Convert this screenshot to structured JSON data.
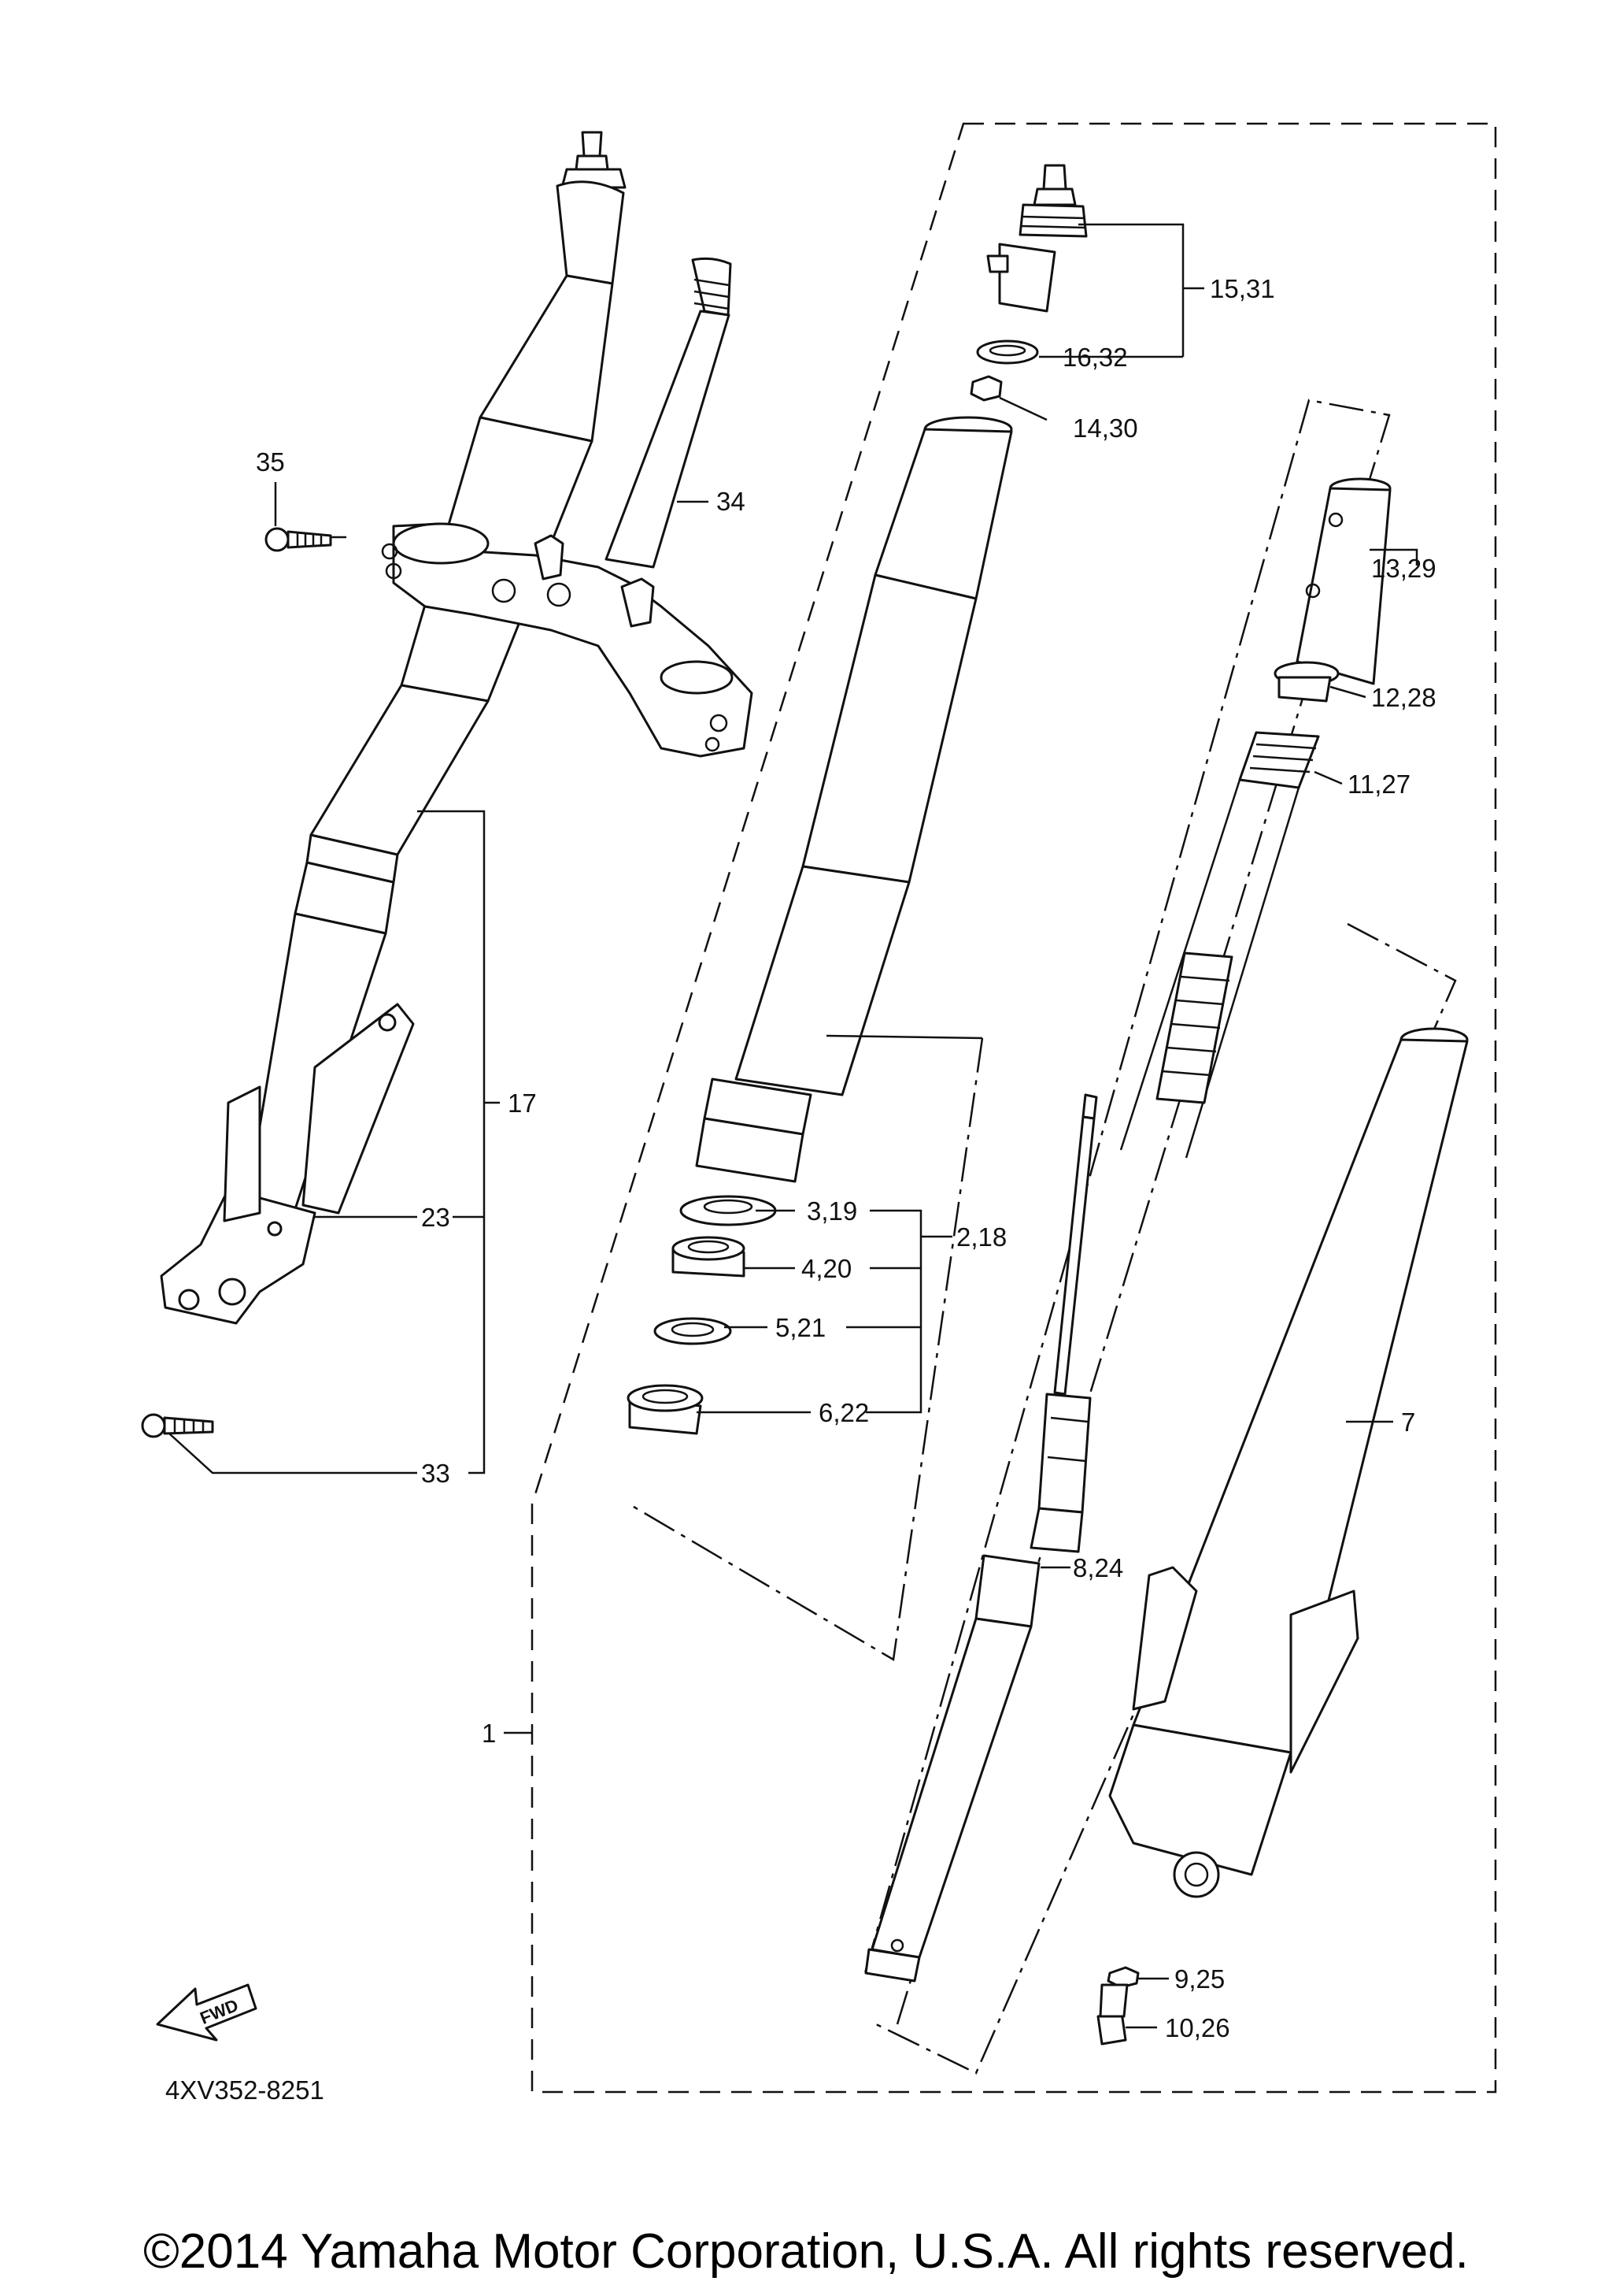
{
  "diagram_code": "4XV352-8251",
  "fwd_badge": "FWD",
  "copyright": "©2014 Yamaha Motor Corporation, U.S.A. All rights reserved.",
  "callouts": {
    "c15_31": "15,31",
    "c16_32": "16,32",
    "c14_30": "14,30",
    "c13_29": "13,29",
    "c12_28": "12,28",
    "c11_27": "11,27",
    "c35": "35",
    "c34": "34",
    "c17": "17",
    "c23": "23",
    "c33": "33",
    "c3_19": "3,19",
    "c4_20": "4,20",
    "c5_21": "5,21",
    "c6_22": "6,22",
    "c2_18": "2,18",
    "c7": "7",
    "c8_24": "8,24",
    "c1": "1",
    "c9_25": "9,25",
    "c10_26": "10,26"
  }
}
